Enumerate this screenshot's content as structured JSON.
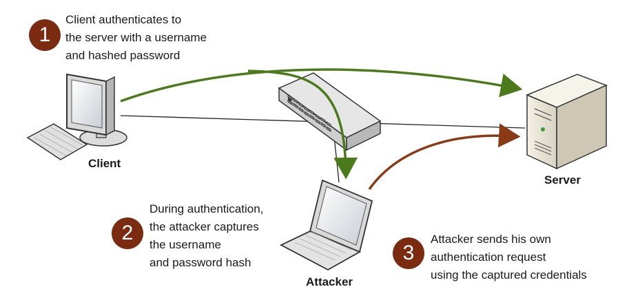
{
  "colors": {
    "badge": "#7a2b10",
    "client_arrow": "#4a7a1a",
    "attacker_arrow": "#8a3a14",
    "link_line": "#222222"
  },
  "steps": [
    {
      "number": "1",
      "text": "Client authenticates to\nthe server with a username\nand hashed password"
    },
    {
      "number": "2",
      "text": "During authentication,\nthe attacker captures\nthe username\nand password hash"
    },
    {
      "number": "3",
      "text": "Attacker sends his own\nauthentication request\nusing the captured credentials"
    }
  ],
  "nodes": {
    "client": {
      "label": "Client",
      "icon": "desktop-computer-icon"
    },
    "server": {
      "label": "Server",
      "icon": "server-tower-icon"
    },
    "attacker": {
      "label": "Attacker",
      "icon": "laptop-icon"
    },
    "switch": {
      "icon": "network-switch-icon"
    }
  }
}
